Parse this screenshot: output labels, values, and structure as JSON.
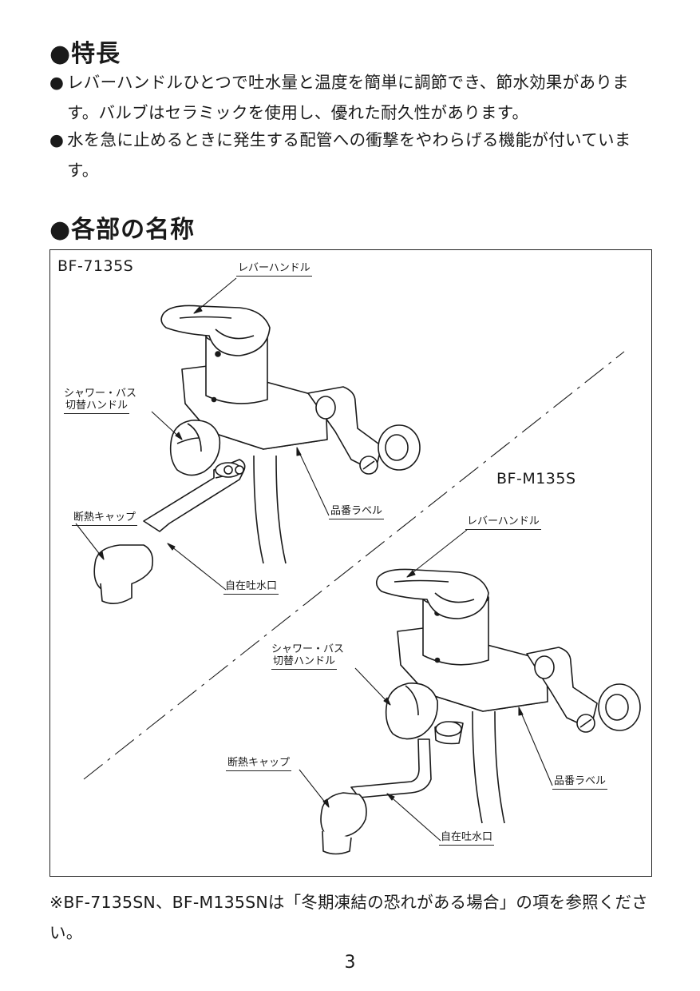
{
  "features": {
    "heading": "●特長",
    "bullets": [
      "レバーハンドルひとつで吐水量と温度を簡単に調節でき、節水効果があります。バルブはセラミックを使用し、優れた耐久性があります。",
      "水を急に止めるときに発生する配管への衝撃をやわらげる機能が付いています。"
    ],
    "bullet_mark": "●"
  },
  "parts": {
    "heading": "●各部の名称",
    "model_a": {
      "name": "BF-7135S",
      "labels": {
        "lever": "レバーハンドル",
        "switch_line1": "シャワー・バス",
        "switch_line2": "切替ハンドル",
        "cap": "断熱キャップ",
        "product_label": "品番ラベル",
        "spout": "自在吐水口"
      }
    },
    "model_b": {
      "name": "BF-M135S",
      "labels": {
        "lever": "レバーハンドル",
        "switch_line1": "シャワー・バス",
        "switch_line2": "切替ハンドル",
        "cap": "断熱キャップ",
        "product_label": "品番ラベル",
        "spout": "自在吐水口"
      }
    }
  },
  "note": "※BF-7135SN、BF-M135SNは「冬期凍結の恐れがある場合」の項を参照ください。",
  "page_number": "3"
}
